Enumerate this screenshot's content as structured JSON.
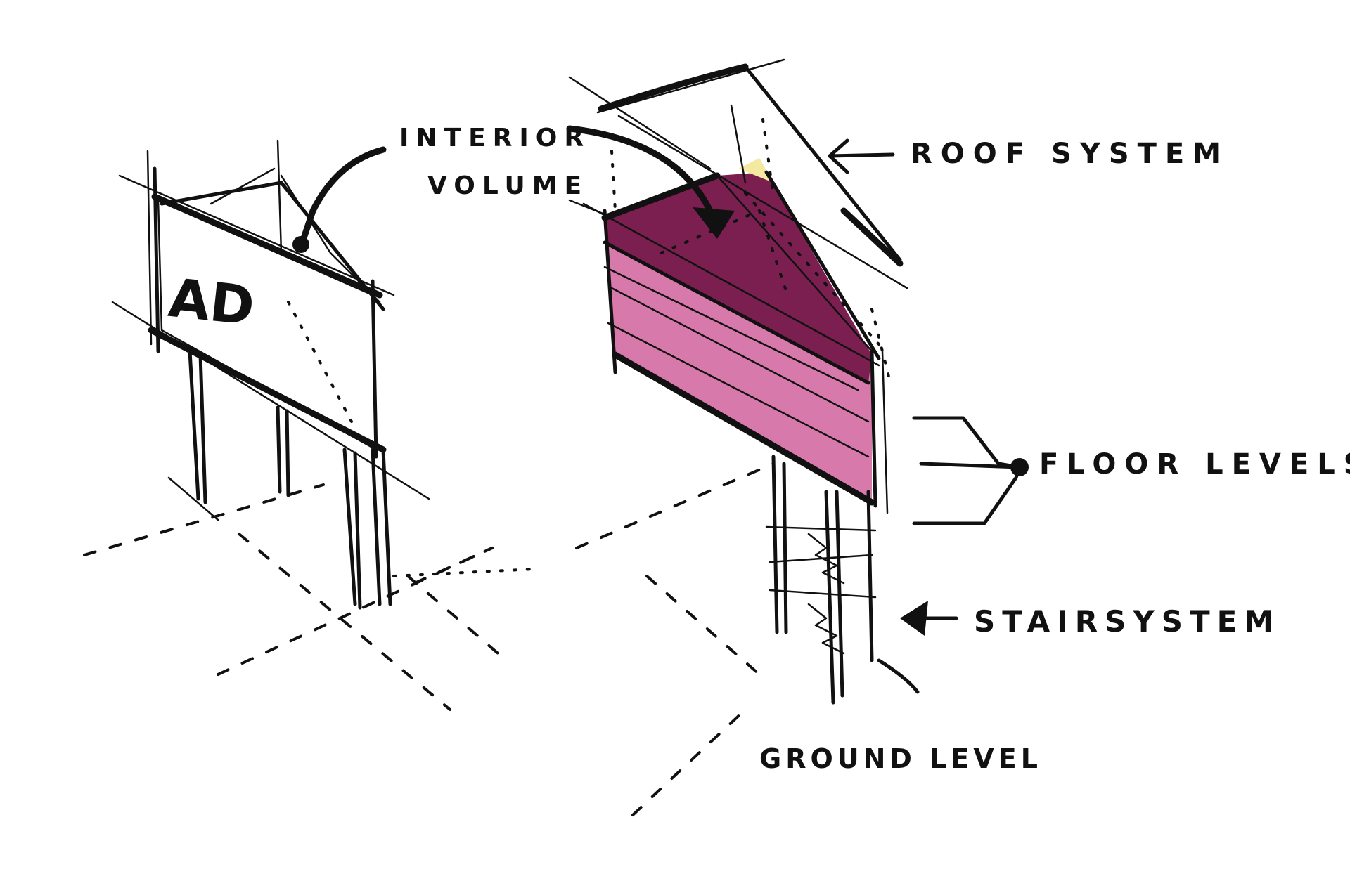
{
  "billboard": {
    "sign_text": "AD"
  },
  "labels": {
    "interior_volume_line1": "INTERIOR",
    "interior_volume_line2": "VOLUME",
    "roof_system": "ROOF SYSTEM",
    "floor_levels": "FLOOR LEVELS",
    "stair_system": "STAIRSYSTEM",
    "ground_level": "GROUND LEVEL"
  },
  "colors": {
    "ink": "#111111",
    "interior_volume": "#7a1f4f",
    "floor_levels": "#d77aab",
    "roof_accent": "#f3e9a0"
  }
}
